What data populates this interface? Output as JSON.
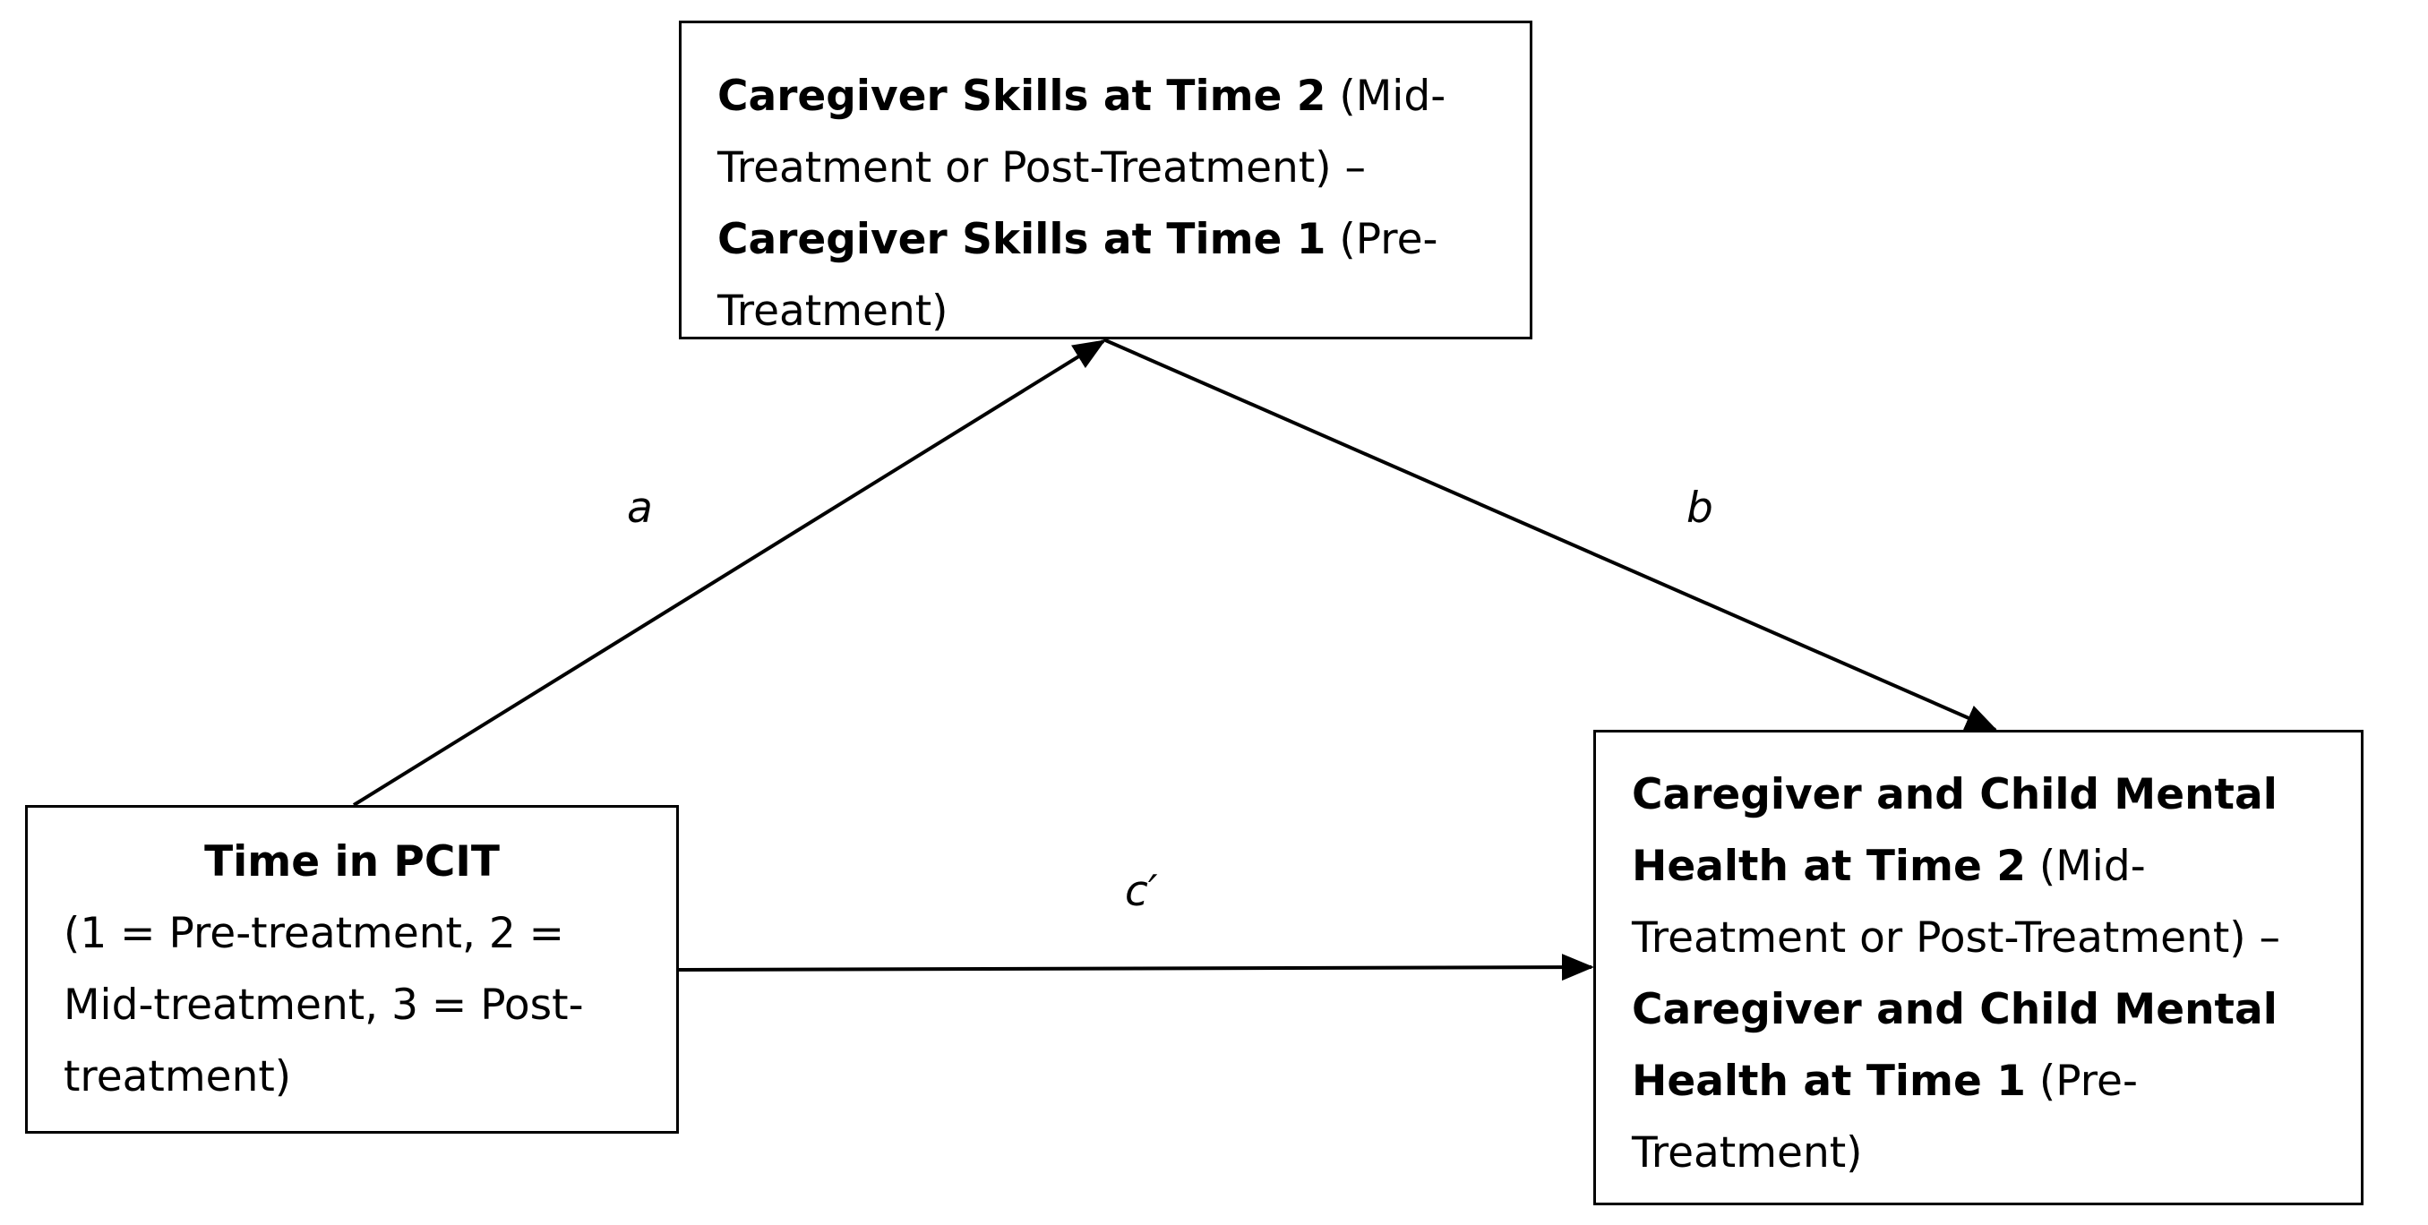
{
  "nodes": {
    "mediator": {
      "line1_bold": "Caregiver Skills at Time 2",
      "line1_rest": " (Mid-",
      "line2": "Treatment or Post-Treatment) –",
      "line3_bold": "Caregiver Skills at Time 1",
      "line3_rest": " (Pre-",
      "line4": "Treatment)"
    },
    "predictor": {
      "title": "Time in PCIT",
      "line1": "(1 = Pre-treatment, 2 =",
      "line2": "Mid-treatment, 3 = Post-",
      "line3": "treatment)"
    },
    "outcome": {
      "line1_bold": "Caregiver and Child Mental",
      "line2_bold": "Health at Time 2",
      "line2_rest": " (Mid-",
      "line3": "Treatment or Post-Treatment) –",
      "line4_bold": "Caregiver and Child Mental",
      "line5_bold": "Health at Time 1",
      "line5_rest": " (Pre-",
      "line6": "Treatment)"
    }
  },
  "paths": {
    "a": "a",
    "b": "b",
    "c_prime": "c′"
  },
  "colors": {
    "stroke": "#000000",
    "background": "#ffffff"
  }
}
